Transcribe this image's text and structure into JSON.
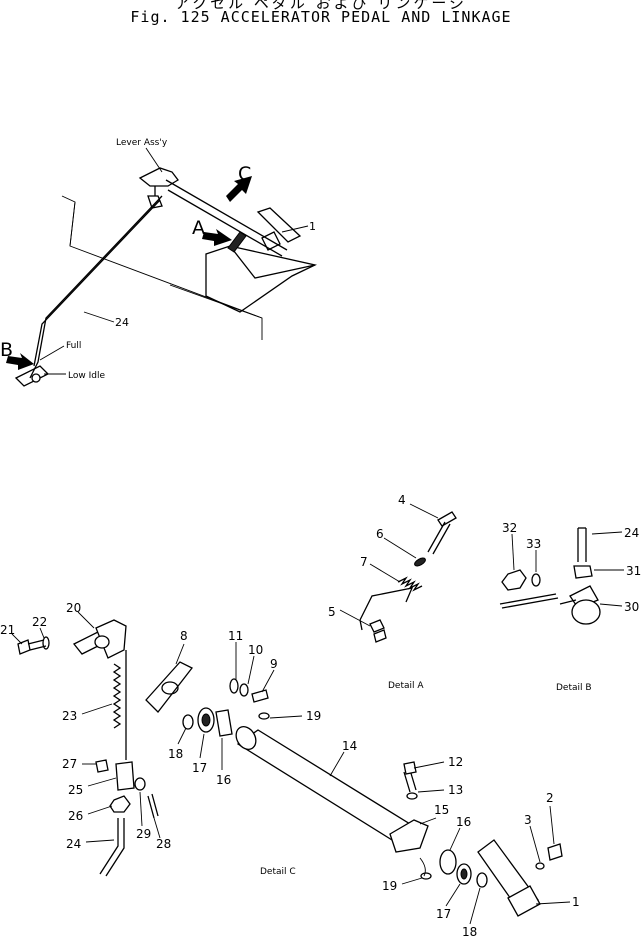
{
  "header": {
    "japanese_title": "アクセル ペダル および リンケージ",
    "figure_title": "Fig. 125   ACCELERATOR PEDAL AND LINKAGE"
  },
  "overview": {
    "labels": {
      "lever_assy": "Lever Ass'y",
      "full": "Full",
      "low_idle": "Low Idle"
    },
    "view_markers": [
      "A",
      "B",
      "C"
    ],
    "part_numbers": [
      "1",
      "24"
    ]
  },
  "detail_a": {
    "caption": "Detail A",
    "part_numbers": [
      "4",
      "6",
      "7",
      "5"
    ]
  },
  "detail_b": {
    "caption": "Detail B",
    "part_numbers": [
      "32",
      "33",
      "24",
      "31",
      "30"
    ]
  },
  "detail_c": {
    "caption": "Detail C",
    "part_numbers": [
      "20",
      "21",
      "22",
      "8",
      "11",
      "10",
      "9",
      "23",
      "18",
      "17",
      "16",
      "19",
      "14",
      "12",
      "13",
      "15",
      "2",
      "3",
      "27",
      "25",
      "26",
      "29",
      "28",
      "24",
      "19",
      "16",
      "17",
      "18",
      "1"
    ]
  }
}
